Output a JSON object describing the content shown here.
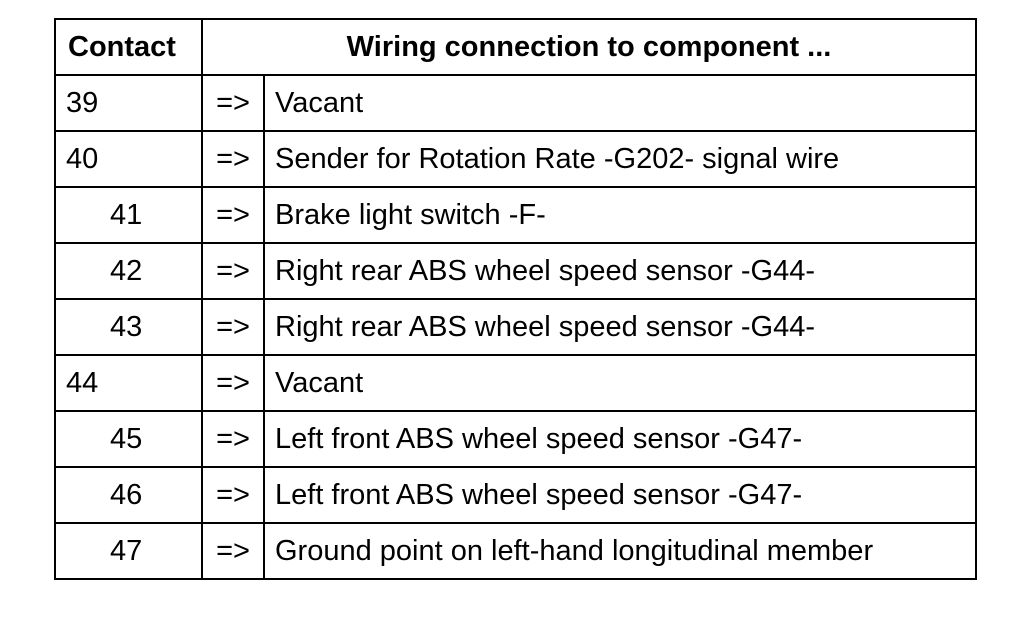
{
  "table": {
    "headers": {
      "contact": "Contact",
      "connection": "Wiring connection to component ..."
    },
    "rows": [
      {
        "contact": "39",
        "arrow": "=>",
        "description": "Vacant",
        "indented": false
      },
      {
        "contact": "40",
        "arrow": "=>",
        "description": "Sender for Rotation Rate -G202- signal wire",
        "indented": false
      },
      {
        "contact": "41",
        "arrow": "=>",
        "description": "Brake light switch -F-",
        "indented": true
      },
      {
        "contact": "42",
        "arrow": "=>",
        "description": "Right rear ABS wheel speed sensor -G44-",
        "indented": true
      },
      {
        "contact": "43",
        "arrow": "=>",
        "description": "Right rear ABS wheel speed sensor -G44-",
        "indented": true
      },
      {
        "contact": "44",
        "arrow": "=>",
        "description": "Vacant",
        "indented": false
      },
      {
        "contact": "45",
        "arrow": "=>",
        "description": "Left front ABS wheel speed sensor -G47-",
        "indented": true
      },
      {
        "contact": "46",
        "arrow": "=>",
        "description": "Left front ABS wheel speed sensor -G47-",
        "indented": true
      },
      {
        "contact": "47",
        "arrow": "=>",
        "description": "Ground point on left-hand longitudinal member",
        "indented": true
      }
    ]
  }
}
